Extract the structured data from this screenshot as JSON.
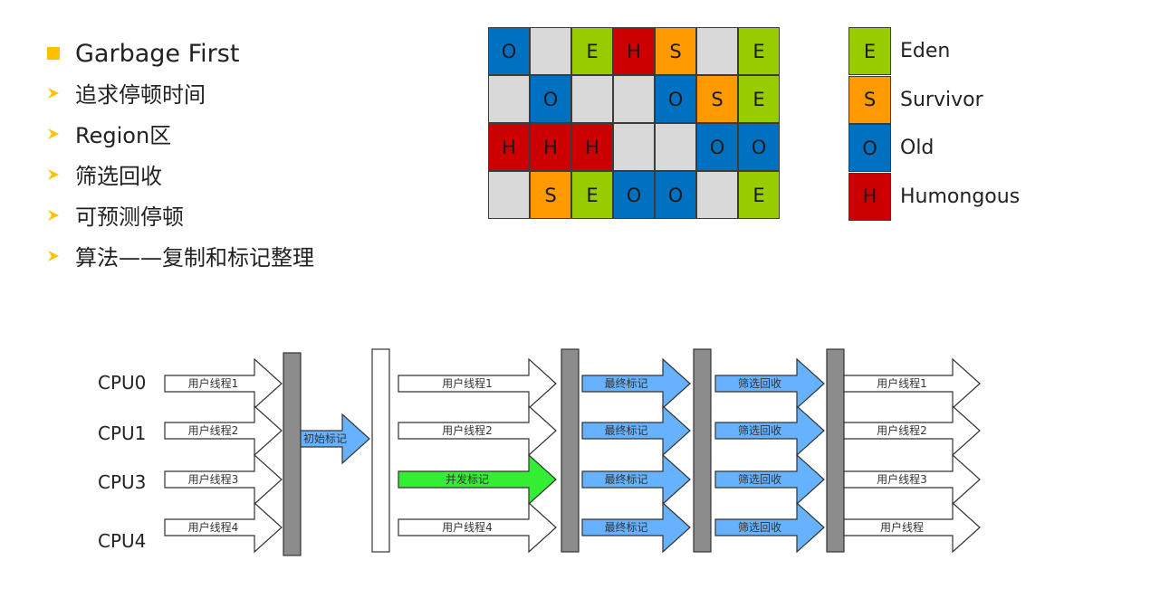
{
  "title": "Garbage First",
  "bullets": [
    "追求停顿时间",
    "Region区",
    "筛选回收",
    "可预测停顿",
    "算法——复制和标记整理"
  ],
  "colors": {
    "accent": "#ffc000",
    "eden": "#99cc00",
    "survivor": "#ff9900",
    "old": "#0070c0",
    "humongous": "#cc0000",
    "empty": "#d9d9d9",
    "phase_blue": "#66b2ff",
    "concurrent_green": "#33ee33",
    "pause_bar": "#8c8c8c"
  },
  "regions": [
    [
      "O",
      "",
      "E",
      "H",
      "S",
      "",
      "E"
    ],
    [
      "",
      "O",
      "",
      "",
      "O",
      "S",
      "E"
    ],
    [
      "H",
      "H",
      "H",
      "",
      "",
      "O",
      "O"
    ],
    [
      "",
      "S",
      "E",
      "O",
      "O",
      "",
      "E"
    ]
  ],
  "legend": [
    {
      "code": "E",
      "label": "Eden"
    },
    {
      "code": "S",
      "label": "Survivor"
    },
    {
      "code": "O",
      "label": "Old"
    },
    {
      "code": "H",
      "label": "Humongous"
    }
  ],
  "timeline": {
    "cpus": [
      "CPU0",
      "CPU1",
      "CPU3",
      "CPU4"
    ],
    "stage1": [
      "用户线程1",
      "用户线程2",
      "用户线程3",
      "用户线程4"
    ],
    "initial_mark": "初始标记",
    "stage2": [
      "用户线程1",
      "用户线程2",
      "并发标记",
      "用户线程4"
    ],
    "final_mark": [
      "最终标记",
      "最终标记",
      "最终标记",
      "最终标记"
    ],
    "evacuation": [
      "筛选回收",
      "筛选回收",
      "筛选回收",
      "筛选回收"
    ],
    "stage5": [
      "用户线程1",
      "用户线程2",
      "用户线程3",
      "用户线程"
    ]
  }
}
